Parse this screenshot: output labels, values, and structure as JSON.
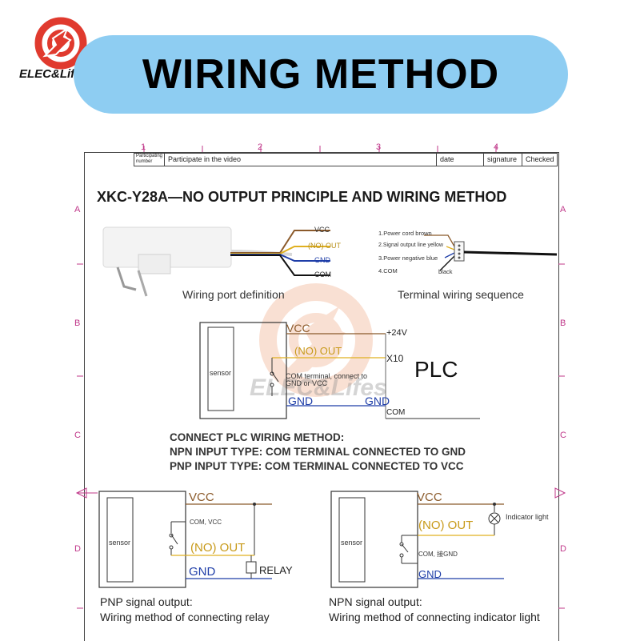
{
  "banner": {
    "title": "WIRING METHOD"
  },
  "logo": {
    "text": "ELEC&Lifes"
  },
  "title_block": {
    "participating_number": "Participating number",
    "participate": "Participate in the video",
    "date": "date",
    "signature": "signature",
    "checked": "Checked",
    "col_numbers": [
      "1",
      "2",
      "3",
      "4"
    ],
    "row_letters": [
      "A",
      "B",
      "C",
      "D"
    ]
  },
  "doc_title": "XKC-Y28A—NO OUTPUT PRINCIPLE AND WIRING METHOD",
  "port_labels": {
    "vcc": "VCC",
    "out": "(NO) OUT",
    "gnd": "GND",
    "com": "COM"
  },
  "terminal": {
    "items": [
      "1.Power cord brown",
      "2.Signal output line yellow",
      "3.Power negative blue",
      "4.COM"
    ],
    "black": "black"
  },
  "captions": {
    "port_def": "Wiring port definition",
    "terminal_seq": "Terminal wiring sequence"
  },
  "plc": {
    "vcc": "VCC",
    "out": "(NO) OUT",
    "gnd": "GND",
    "gnd2": "GND",
    "sensor": "sensor",
    "com_note": "COM terminal, connect to GND or VCC",
    "v24": "+24V",
    "x10": "X10",
    "com": "COM",
    "plc": "PLC"
  },
  "notes": [
    "CONNECT PLC WIRING METHOD:",
    "NPN INPUT TYPE: COM TERMINAL CONNECTED TO GND",
    "PNP INPUT TYPE: COM TERMINAL CONNECTED TO VCC"
  ],
  "pnp": {
    "vcc": "VCC",
    "com": "COM, VCC",
    "out": "(NO) OUT",
    "gnd": "GND",
    "sensor": "sensor",
    "relay": "RELAY",
    "caption1": "PNP signal output:",
    "caption2": "Wiring method of connecting relay"
  },
  "npn": {
    "vcc": "VCC",
    "out": "(NO) OUT",
    "com": "COM, 接GND",
    "gnd": "GND",
    "sensor": "sensor",
    "indicator": "Indicator light",
    "caption1": "NPN signal output:",
    "caption2": "Wiring method of connecting indicator light"
  },
  "watermark": "ELEC&Lifes",
  "colors": {
    "banner": "#8ecdf2",
    "logo_red": "#e03a2e",
    "vcc_brown": "#8b5a2b",
    "out_yellow": "#e0b020",
    "gnd_blue": "#1f3ea8",
    "grid_magenta": "#c0388a"
  }
}
